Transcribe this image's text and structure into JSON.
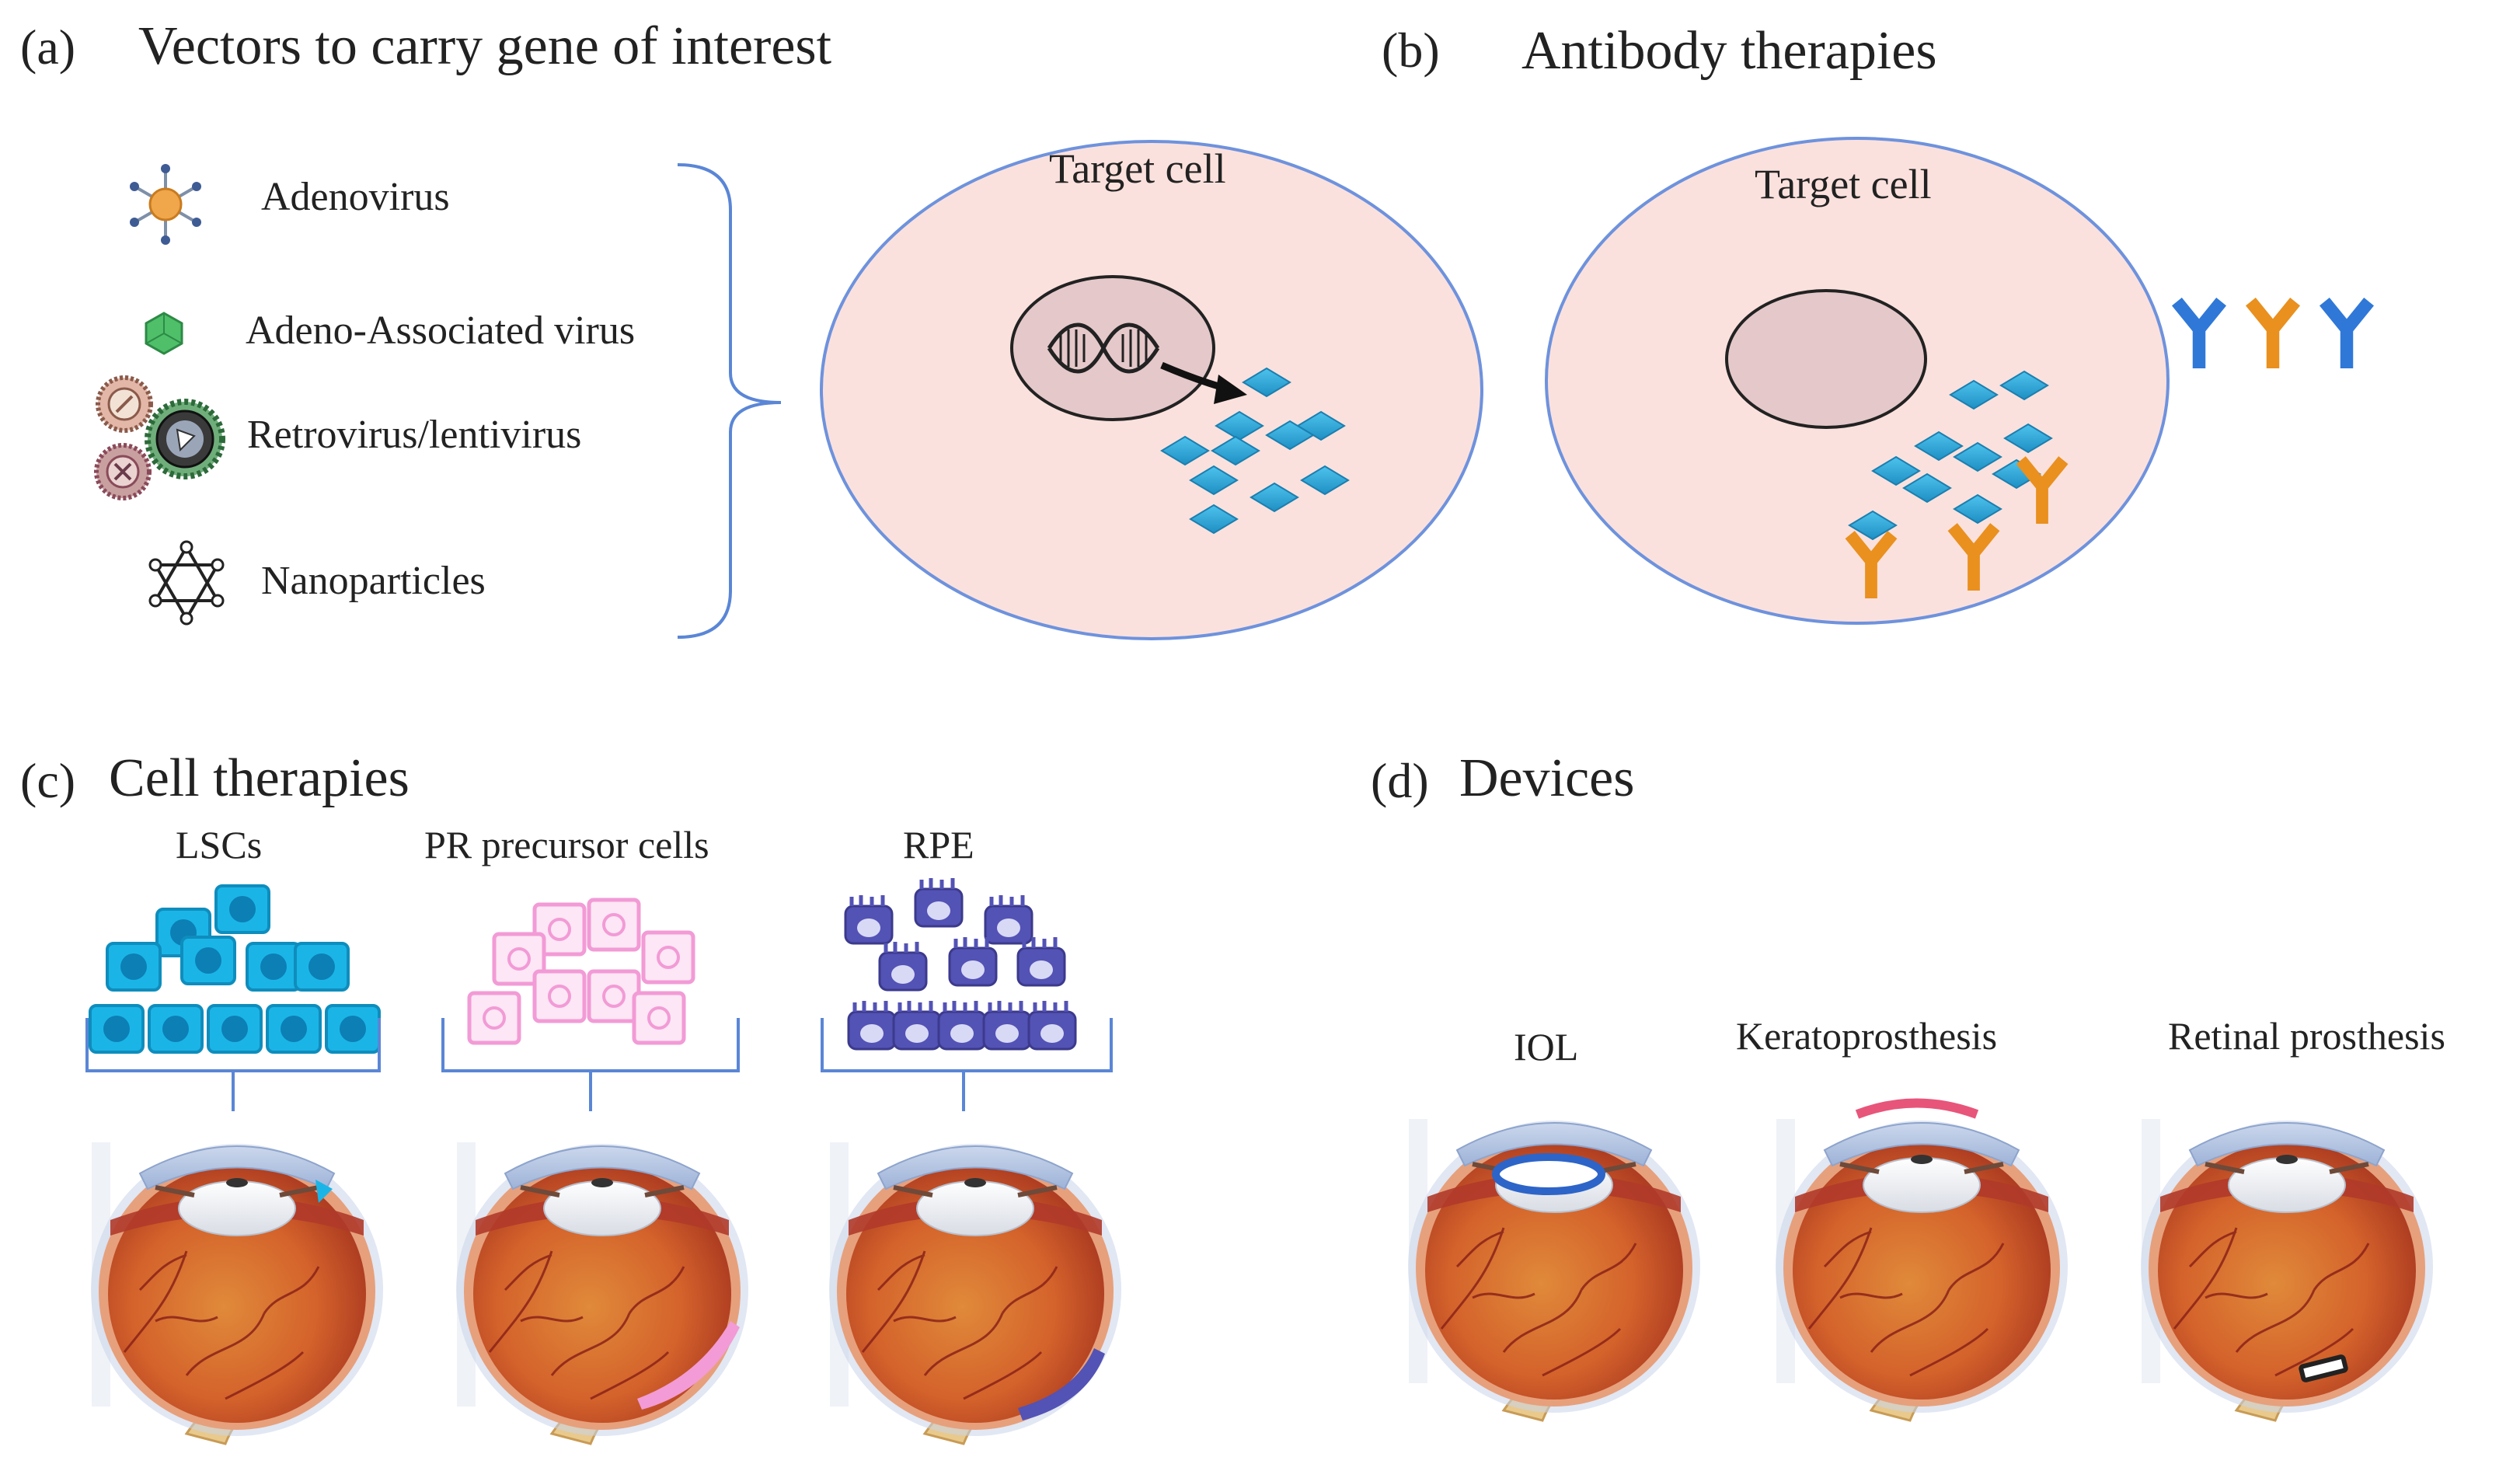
{
  "panel_a": {
    "label": "(a)",
    "title": "Vectors to carry gene of interest",
    "vectors": [
      {
        "label": "Adenovirus",
        "icon": "adenovirus-icon"
      },
      {
        "label": "Adeno-Associated virus",
        "icon": "aav-icon"
      },
      {
        "label": "Retrovirus/lentivirus",
        "icon": "retrovirus-icon"
      },
      {
        "label": "Nanoparticles",
        "icon": "nanoparticle-icon"
      }
    ],
    "cell_label": "Target cell"
  },
  "panel_b": {
    "label": "(b)",
    "title": "Antibody therapies",
    "cell_label": "Target cell"
  },
  "panel_c": {
    "label": "(c)",
    "title": "Cell therapies",
    "groups": [
      {
        "label": "LSCs",
        "color": "#1ab5e6"
      },
      {
        "label": "PR precursor cells",
        "color": "#f29bd6"
      },
      {
        "label": "RPE",
        "color": "#5352b5"
      }
    ]
  },
  "panel_d": {
    "label": "(d)",
    "title": "Devices",
    "devices": [
      {
        "label": "IOL"
      },
      {
        "label": "Keratoprosthesis"
      },
      {
        "label": "Retinal prosthesis"
      }
    ]
  },
  "colors": {
    "cell_fill": "#fbe1dd",
    "cell_border": "#6e92dd",
    "protein": "#2aa7d7",
    "antibody_blue": "#2f78d8",
    "antibody_orange": "#e9901e",
    "bracket": "#5a86d6"
  }
}
